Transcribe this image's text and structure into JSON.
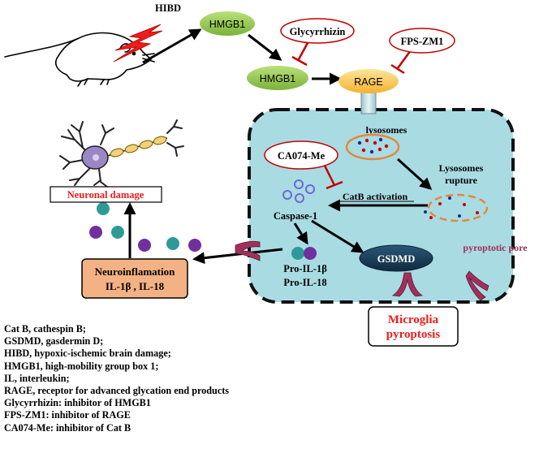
{
  "nodes": {
    "hibd": "HIBD",
    "hmgb1_top": "HMGB1",
    "hmgb1_mid": "HMGB1",
    "rage": "RAGE",
    "glycyrrhizin": "Glycyrrhizin",
    "fps_zm1": "FPS-ZM1",
    "ca074_me": "CA074-Me",
    "lysosomes": "lysosomes",
    "lysosomes_rupture_1": "Lysosomes",
    "lysosomes_rupture_2": "rupture",
    "catb_activation": "CatB activation",
    "caspase1": "Caspase-1",
    "pro_il1b": "Pro-IL-1β",
    "pro_il18": "Pro-IL-18",
    "gsdmd": "GSDMD",
    "pyroptotic_pore": "pyroptotic pore",
    "microglia_1": "Microglia",
    "microglia_2": "pyroptosis",
    "neuroinflammation_1": "Neuroinflamation",
    "neuroinflammation_2": "IL-1β , IL-18",
    "neuronal_damage": "Neuronal damage"
  },
  "legend": [
    "Cat B, cathespin B;",
    "GSDMD, gasdermin D;",
    "HIBD, hypoxic-ischemic brain damage;",
    "HMGB1, high-mobility group box 1;",
    "IL, interleukin;",
    "RAGE, receptor for advanced glycation end products",
    "Glycyrrhizin: inhibitor of HMGB1",
    "FPS-ZM1: inhibitor of RAGE",
    "CA074-Me: inhibitor of  Cat B"
  ],
  "colors": {
    "node_green": "#8cc63f",
    "rage_yellow": "#f7c242",
    "cell_fill": "#a9dbe3",
    "inhibitor_red": "#c00000",
    "neuro_orange": "#f4b183",
    "gsdmd_navy": "#173a56",
    "pore_magenta": "#a0305a",
    "teal_dot": "#2e9a98",
    "purple_dot": "#7030a0"
  }
}
